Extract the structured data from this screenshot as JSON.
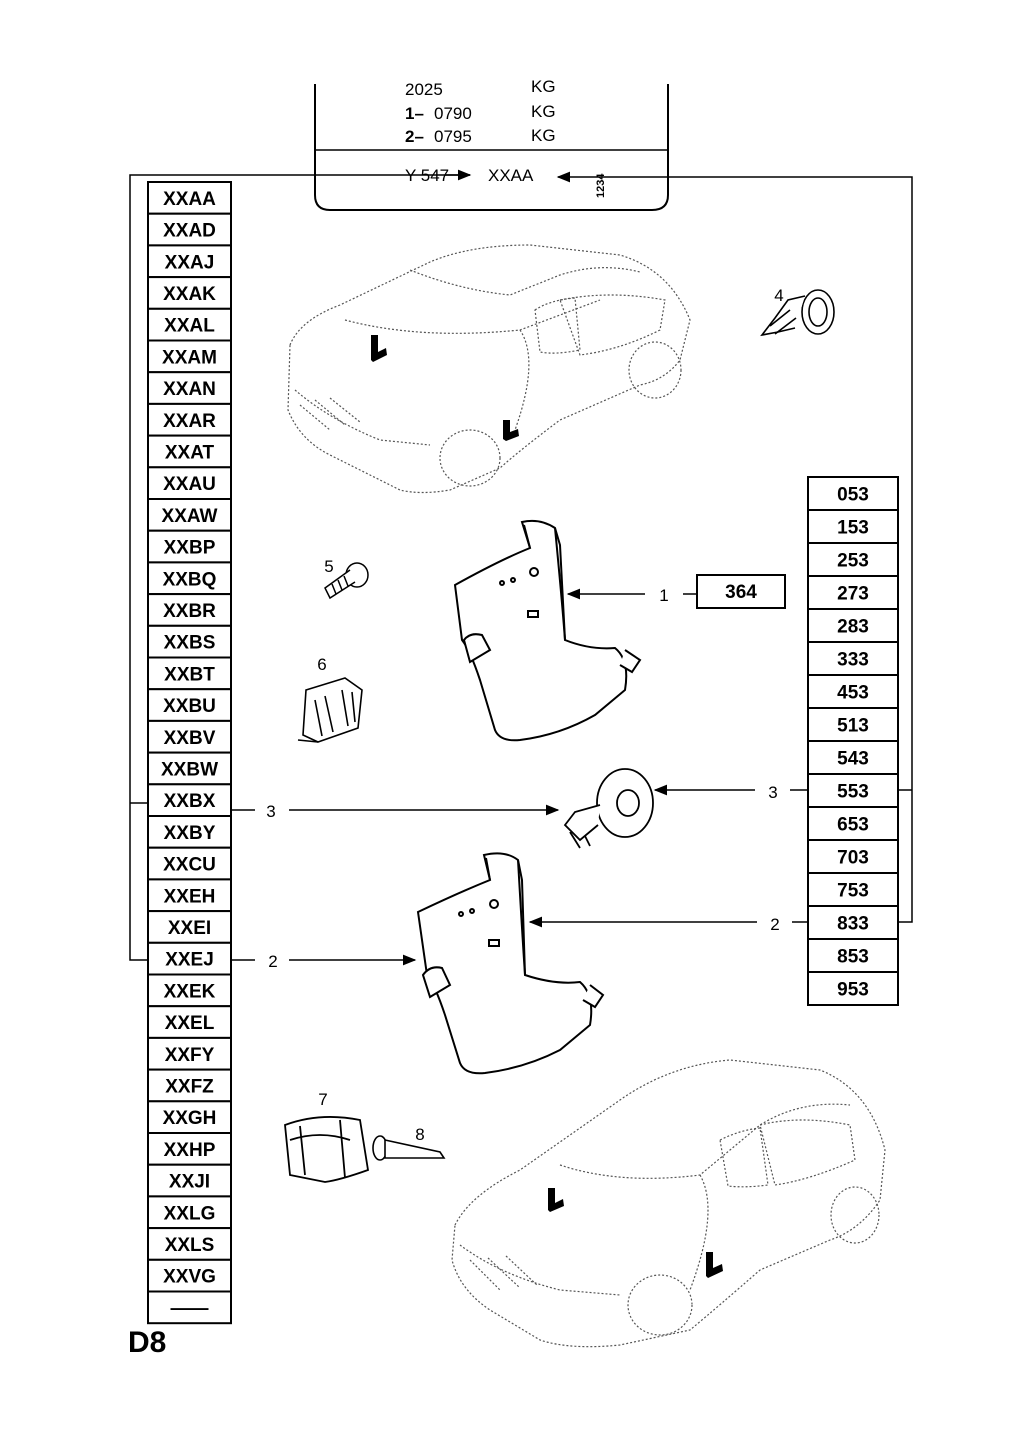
{
  "header": {
    "rows": [
      {
        "prefix": "",
        "number": "2025",
        "unit": "KG"
      },
      {
        "prefix": "1–",
        "number": "0790",
        "unit": "KG"
      },
      {
        "prefix": "2–",
        "number": "0795",
        "unit": "KG"
      }
    ],
    "option_left": "Y 547",
    "option_code": "XXAA",
    "option_side": "1234"
  },
  "left_codes": [
    "XXAA",
    "XXAD",
    "XXAJ",
    "XXAK",
    "XXAL",
    "XXAM",
    "XXAN",
    "XXAR",
    "XXAT",
    "XXAU",
    "XXAW",
    "XXBP",
    "XXBQ",
    "XXBR",
    "XXBS",
    "XXBT",
    "XXBU",
    "XXBV",
    "XXBW",
    "XXBX",
    "XXBY",
    "XXCU",
    "XXEH",
    "XXEI",
    "XXEJ",
    "XXEK",
    "XXEL",
    "XXFY",
    "XXFZ",
    "XXGH",
    "XXHP",
    "XXJI",
    "XXLG",
    "XXLS",
    "XXVG",
    "——"
  ],
  "right_codes": [
    "053",
    "153",
    "253",
    "273",
    "283",
    "333",
    "453",
    "513",
    "543",
    "553",
    "653",
    "703",
    "753",
    "833",
    "853",
    "953"
  ],
  "part_ref": "364",
  "callouts": {
    "p1": "1",
    "p2": "2",
    "p3": "3",
    "p4": "4",
    "p5": "5",
    "p6": "6",
    "p7": "7",
    "p8": "8",
    "left_3": "3",
    "left_2": "2",
    "right_3": "3",
    "right_2": "2"
  },
  "page_id": "D8"
}
